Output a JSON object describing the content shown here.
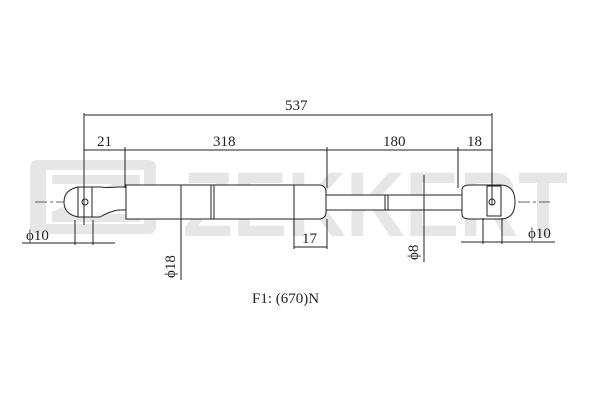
{
  "watermark": {
    "brand": "ZEKKERT",
    "color": "#e6e6e6"
  },
  "dimensions": {
    "overall_length": "537",
    "eye_left": "21",
    "body_length": "318",
    "rod_length": "180",
    "eye_right": "18",
    "collar": "17",
    "dia_left_eye": "ϕ10",
    "dia_body": "ϕ18",
    "dia_rod": "ϕ8",
    "dia_right_eye": "ϕ10"
  },
  "force_label": "F1:  (670)N"
}
